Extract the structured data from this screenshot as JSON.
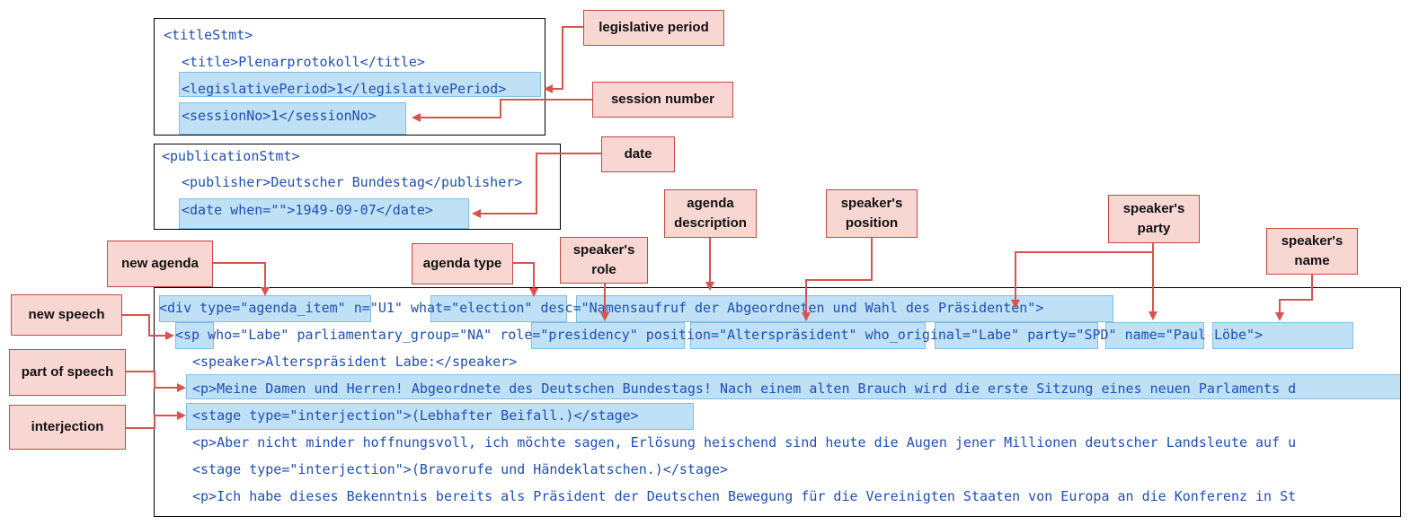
{
  "colors": {
    "highlight": "#bfe0f5",
    "label_fill": "#f8d6d2",
    "arrow": "#d9534f",
    "tag": "#1f4fb8"
  },
  "labels": {
    "legislative_period": "legislative period",
    "session_number": "session number",
    "date": "date",
    "agenda_description": "agenda description",
    "speakers_position": "speaker's position",
    "speakers_party": "speaker's party",
    "speakers_name": "speaker's name",
    "new_agenda": "new agenda",
    "agenda_type": "agenda type",
    "speakers_role": "speaker's role",
    "new_speech": "new speech",
    "part_of_speech": "part of speech",
    "interjection": "interjection"
  },
  "title_stmt": {
    "open": "<titleStmt>",
    "title_line": "<title>Plenarprotokoll</title>",
    "legislative_line": "<legislativePeriod>1</legislativePeriod>",
    "session_line": "<sessionNo>1</sessionNo>"
  },
  "publication_stmt": {
    "open": "<publicationStmt>",
    "publisher_line": "<publisher>Deutscher Bundestag</publisher>",
    "date_line": "<date when=\"\">1949-09-07</date>"
  },
  "body_code": {
    "div_line": "<div type=\"agenda_item\" n=\"U1\" what=\"election\" desc=\"Namensaufruf der Abgeordneten und Wahl des Präsidenten\">",
    "sp_line": "<sp who=\"Labe\" parliamentary_group=\"NA\" role=\"presidency\" position=\"Alterspräsident\" who_original=\"Labe\" party=\"SPD\" name=\"Paul Löbe\">",
    "speaker_line": "<speaker>Alterspräsident Labe:</speaker>",
    "p1_line": "<p>Meine Damen und Herren! Abgeordnete des Deutschen Bundestags! Nach einem alten Brauch wird die erste Sitzung eines neuen Parlaments d",
    "stage1_line": "<stage type=\"interjection\">(Lebhafter Beifall.)</stage>",
    "p2_line": "<p>Aber nicht minder hoffnungsvoll, ich möchte sagen, Erlösung heischend sind heute die Augen jener Millionen deutscher Landsleute auf u",
    "stage2_line": "<stage type=\"interjection\">(Bravorufe und Händeklatschen.)</stage>",
    "p3_line": "<p>Ich habe dieses Bekenntnis bereits als Präsident der Deutschen Bewegung für die Vereinigten Staaten von Europa an die Konferenz in St"
  }
}
